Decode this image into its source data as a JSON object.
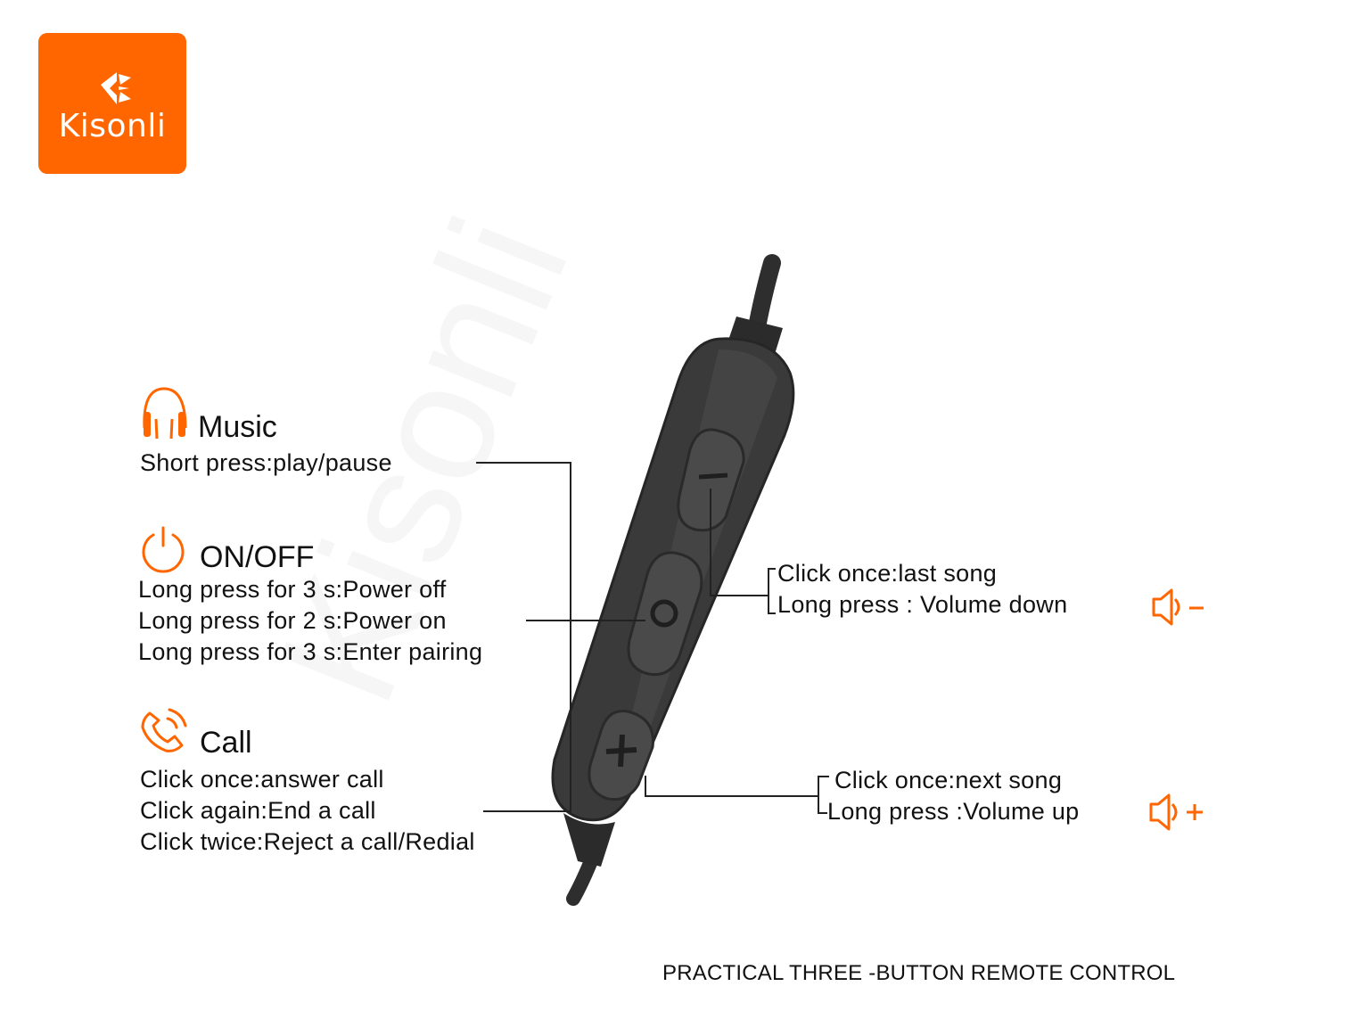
{
  "brand": {
    "name": "Kisonli",
    "color": "#FF6600"
  },
  "watermark": "Kisonli",
  "sections": {
    "music": {
      "title": "Music",
      "icon": "headphones-icon",
      "lines": [
        "Short press:play/pause"
      ]
    },
    "power": {
      "title": "ON/OFF",
      "icon": "power-icon",
      "lines": [
        "Long press for 3 s:Power off",
        "Long press for 2 s:Power on",
        "Long press for 3 s:Enter pairing"
      ]
    },
    "call": {
      "title": "Call",
      "icon": "phone-icon",
      "lines": [
        "Click once:answer call",
        "Click again:End a call",
        "Click twice:Reject a call/Redial"
      ]
    }
  },
  "minus_button": {
    "icon": "minus-icon",
    "lines": [
      "Click once:last song",
      "Long press : Volume down"
    ],
    "volume_icon": "speaker-minus-icon"
  },
  "plus_button": {
    "icon": "plus-icon",
    "lines": [
      "Click once:next song",
      "Long press :Volume up"
    ],
    "volume_icon": "speaker-plus-icon"
  },
  "caption": "PRACTICAL THREE -BUTTON REMOTE CONTROL",
  "colors": {
    "accent": "#FF6600",
    "device": "#353535",
    "button": "#474747",
    "text": "#111111"
  }
}
